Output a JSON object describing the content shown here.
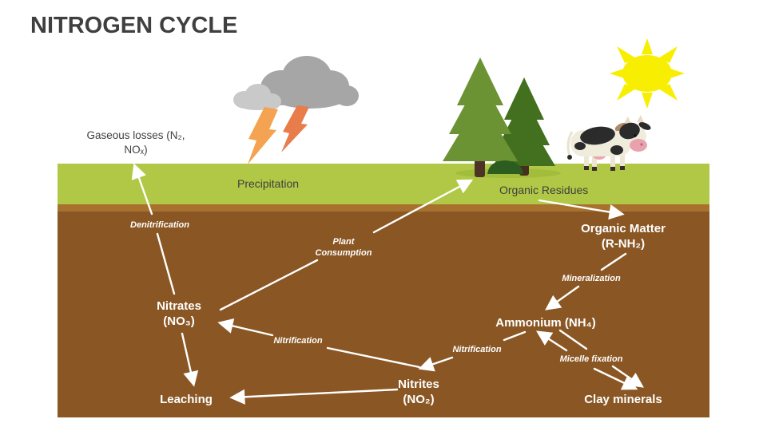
{
  "title": "NITROGEN CYCLE",
  "labels": {
    "gaseous1": "Gaseous losses (N₂,",
    "gaseous2": "NOₓ)",
    "precipitation": "Precipitation",
    "organic_residues": "Organic Residues",
    "organic_matter1": "Organic Matter",
    "organic_matter2": "(R-NH₂)",
    "mineralization": "Mineralization",
    "ammonium": "Ammonium (NH₄)",
    "micelle_fixation": "Micelle fixation",
    "clay_minerals": "Clay minerals",
    "nitrification_left": "Nitrification",
    "nitrification_right": "Nitrification",
    "nitrites1": "Nitrites",
    "nitrites2": "(NO₂)",
    "nitrates1": "Nitrates",
    "nitrates2": "(NO₃)",
    "leaching": "Leaching",
    "denitrification": "Denitrification",
    "plant_consumption1": "Plant",
    "plant_consumption2": "Consumption"
  },
  "edges": [
    {
      "from": "Nitrates (NO₃)",
      "to": "Gaseous losses (N₂, NOₓ)",
      "label": "Denitrification"
    },
    {
      "from": "Nitrates (NO₃)",
      "to": "Plants",
      "label": "Plant Consumption"
    },
    {
      "from": "Organic Residues",
      "to": "Organic Matter (R-NH₂)",
      "label": ""
    },
    {
      "from": "Organic Matter (R-NH₂)",
      "to": "Ammonium (NH₄)",
      "label": "Mineralization"
    },
    {
      "from": "Ammonium (NH₄)",
      "to": "Nitrites (NO₂)",
      "label": "Nitrification"
    },
    {
      "from": "Nitrites (NO₂)",
      "to": "Nitrates (NO₃)",
      "label": "Nitrification"
    },
    {
      "from": "Nitrates (NO₃)",
      "to": "Leaching",
      "label": ""
    },
    {
      "from": "Nitrites (NO₂)",
      "to": "Leaching",
      "label": ""
    },
    {
      "from": "Ammonium (NH₄)",
      "to": "Clay minerals",
      "label": "Micelle fixation"
    },
    {
      "from": "Clay minerals",
      "to": "Ammonium (NH₄)",
      "label": "Micelle fixation"
    }
  ],
  "icons": [
    "sun-icon",
    "storm-cloud-icon",
    "lightning-icon",
    "pine-tree-icon",
    "bush-icon",
    "cow-icon"
  ],
  "colors": {
    "background": "#ffffff",
    "title_text": "#3f3f3f",
    "grass": "#b0c845",
    "topsoil_stripe": "#a8722e",
    "soil": "#8a5724",
    "arrow": "#ffffff",
    "sun": "#f8ee02",
    "cloud_dark": "#a6a6a6",
    "cloud_light": "#c9c9c9",
    "lightning_orange": "#f4a352",
    "lightning_red": "#e87c4b",
    "tree_light": "#6b9233",
    "tree_dark": "#42701f"
  }
}
